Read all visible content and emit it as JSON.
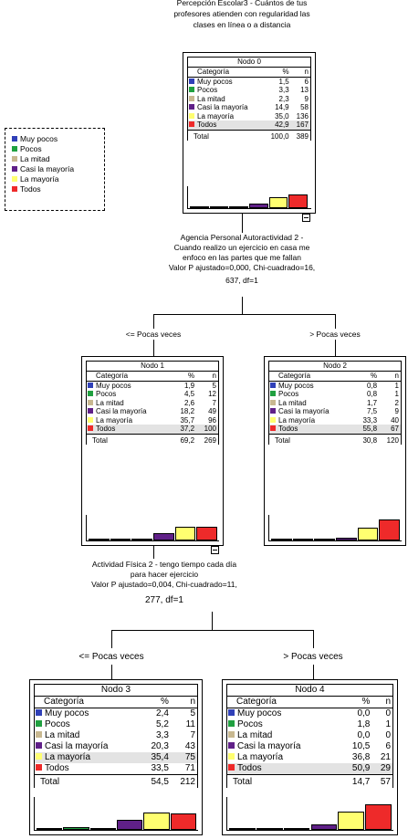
{
  "categories": [
    "Muy pocos",
    "Pocos",
    "La mitad",
    "Casi la mayoría",
    "La mayoría",
    "Todos"
  ],
  "colors": [
    "#3040b8",
    "#20a040",
    "#c8b890",
    "#602088",
    "#ffff70",
    "#ee2a2a"
  ],
  "legend": [
    "Muy pocos",
    "Pocos",
    "La mitad",
    "Casi la mayoría",
    "La mayoría",
    "Todos"
  ],
  "header": {
    "category": "Categoría",
    "pct": "%",
    "n": "n",
    "total": "Total"
  },
  "root_title": [
    "Percepción Escolar3 - Cuántos de tus",
    "profesores atienden con regularidad las",
    "clases en línea o a distancia"
  ],
  "split1": [
    "Agencia Personal Autoractividad 2 -",
    "Cuando realizo un ejercicio en casa me",
    "enfoco en las partes que me fallan",
    "Valor P ajustado=0,000, Chi-cuadrado=16,",
    "637, df=1"
  ],
  "split2": [
    "Actividad Física 2 - tengo tiempo cada día",
    "para hacer ejercicio",
    "Valor P ajustado=0,004, Chi-cuadrado=11,",
    "277, df=1"
  ],
  "branches": {
    "n1": "<= Pocas veces",
    "n2": "> Pocas veces",
    "n3": "<= Pocas veces",
    "n4": "> Pocas veces"
  },
  "nodes": {
    "n0": {
      "title": "Nodo 0",
      "rows": [
        [
          "1,5",
          "6"
        ],
        [
          "3,3",
          "13"
        ],
        [
          "2,3",
          "9"
        ],
        [
          "14,9",
          "58"
        ],
        [
          "35,0",
          "136"
        ],
        [
          "42,9",
          "167"
        ]
      ],
      "total": [
        "100,0",
        "389"
      ],
      "highlight": 5,
      "hist": [
        1.5,
        3.3,
        2.3,
        14.9,
        35.0,
        42.9
      ]
    },
    "n1": {
      "title": "Nodo 1",
      "rows": [
        [
          "1,9",
          "5"
        ],
        [
          "4,5",
          "12"
        ],
        [
          "2,6",
          "7"
        ],
        [
          "18,2",
          "49"
        ],
        [
          "35,7",
          "96"
        ],
        [
          "37,2",
          "100"
        ]
      ],
      "total": [
        "69,2",
        "269"
      ],
      "highlight": 5,
      "hist": [
        1.9,
        4.5,
        2.6,
        18.2,
        35.7,
        37.2
      ]
    },
    "n2": {
      "title": "Nodo 2",
      "rows": [
        [
          "0,8",
          "1"
        ],
        [
          "0,8",
          "1"
        ],
        [
          "1,7",
          "2"
        ],
        [
          "7,5",
          "9"
        ],
        [
          "33,3",
          "40"
        ],
        [
          "55,8",
          "67"
        ]
      ],
      "total": [
        "30,8",
        "120"
      ],
      "highlight": 5,
      "hist": [
        0.8,
        0.8,
        1.7,
        7.5,
        33.3,
        55.8
      ]
    },
    "n3": {
      "title": "Nodo 3",
      "rows": [
        [
          "2,4",
          "5"
        ],
        [
          "5,2",
          "11"
        ],
        [
          "3,3",
          "7"
        ],
        [
          "20,3",
          "43"
        ],
        [
          "35,4",
          "75"
        ],
        [
          "33,5",
          "71"
        ]
      ],
      "total": [
        "54,5",
        "212"
      ],
      "highlight": 4,
      "hist": [
        2.4,
        5.2,
        3.3,
        20.3,
        35.4,
        33.5
      ]
    },
    "n4": {
      "title": "Nodo 4",
      "rows": [
        [
          "0,0",
          "0"
        ],
        [
          "1,8",
          "1"
        ],
        [
          "0,0",
          "0"
        ],
        [
          "10,5",
          "6"
        ],
        [
          "36,8",
          "21"
        ],
        [
          "50,9",
          "29"
        ]
      ],
      "total": [
        "14,7",
        "57"
      ],
      "highlight": 5,
      "hist": [
        0.0,
        1.8,
        0.0,
        10.5,
        36.8,
        50.9
      ]
    }
  }
}
